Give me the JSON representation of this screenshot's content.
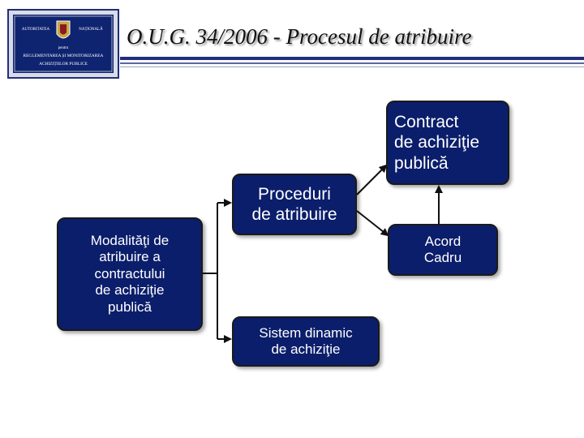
{
  "header": {
    "title": "O.U.G. 34/2006 - Procesul de atribuire",
    "logo_text": {
      "left": "AUTORITATEA",
      "right": "NAȚIONALĂ",
      "mid": "pentru",
      "line1": "REGLEMENTAREA ȘI MONITORIZAREA",
      "line2": "ACHIZIȚIILOR PUBLICE"
    }
  },
  "diagram": {
    "nodes": {
      "modalitati": "Modalităţi de\natribuire a\ncontractului\nde achiziţie\npublică",
      "proceduri": "Proceduri\nde atribuire",
      "sistem": "Sistem dinamic\nde achiziţie",
      "contract": "Contract\nde achiziţie\npublică",
      "acord": "Acord\nCadru"
    }
  },
  "colors": {
    "box_fill": "#0b1e6b",
    "text": "#ffffff",
    "rule": "#1f2f7a"
  }
}
